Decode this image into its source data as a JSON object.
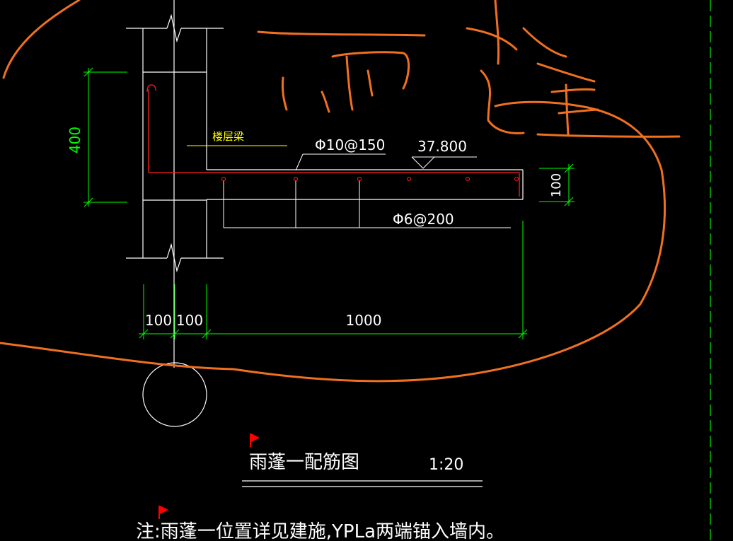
{
  "colors": {
    "background": "#000000",
    "line": "#ffffff",
    "dimension": "#00ff00",
    "rebar": "#ff2020",
    "label": "#ffff00",
    "markup": "#ff6a10",
    "grid_line": "#00c000",
    "flag": "#ff0000"
  },
  "drawing": {
    "dim_height": "400",
    "beam_label": "楼层梁",
    "top_bar": "Φ10@150",
    "elevation": "37.800",
    "dist_bar": "Φ6@200",
    "slab_thickness": "100",
    "dim_a": "100",
    "dim_b": "100",
    "dim_length": "1000"
  },
  "title_block": {
    "title": "雨蓬一配筋图",
    "scale": "1:20"
  },
  "note": {
    "text": "注:雨蓬一位置详见建施,YPLa两端锚入墙内。"
  },
  "annotation": {
    "handwriting": "雨蓬",
    "handwriting_icon": "freehand-markup"
  }
}
